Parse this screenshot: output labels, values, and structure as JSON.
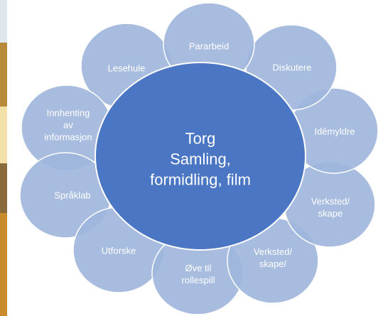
{
  "center": {
    "lines": [
      "Torg",
      "Samling,",
      "formidling, film"
    ]
  },
  "petals": [
    {
      "lines": [
        "Pararbeid"
      ]
    },
    {
      "lines": [
        "Diskutere"
      ]
    },
    {
      "lines": [
        "Idémyldre"
      ]
    },
    {
      "lines": [
        "Verksted/",
        "skape"
      ]
    },
    {
      "lines": [
        "Verksted/",
        "skape/"
      ]
    },
    {
      "lines": [
        "Øve til",
        "rollespill"
      ]
    },
    {
      "lines": [
        "Utforske"
      ]
    },
    {
      "lines": [
        "Språklab"
      ]
    },
    {
      "lines": [
        "Innhenting",
        "av",
        "informasjon"
      ]
    },
    {
      "lines": [
        "Lesehule"
      ]
    }
  ],
  "colors": {
    "petal": "#9fb6dc",
    "center": "#4a76c4",
    "text": "#ffffff"
  }
}
